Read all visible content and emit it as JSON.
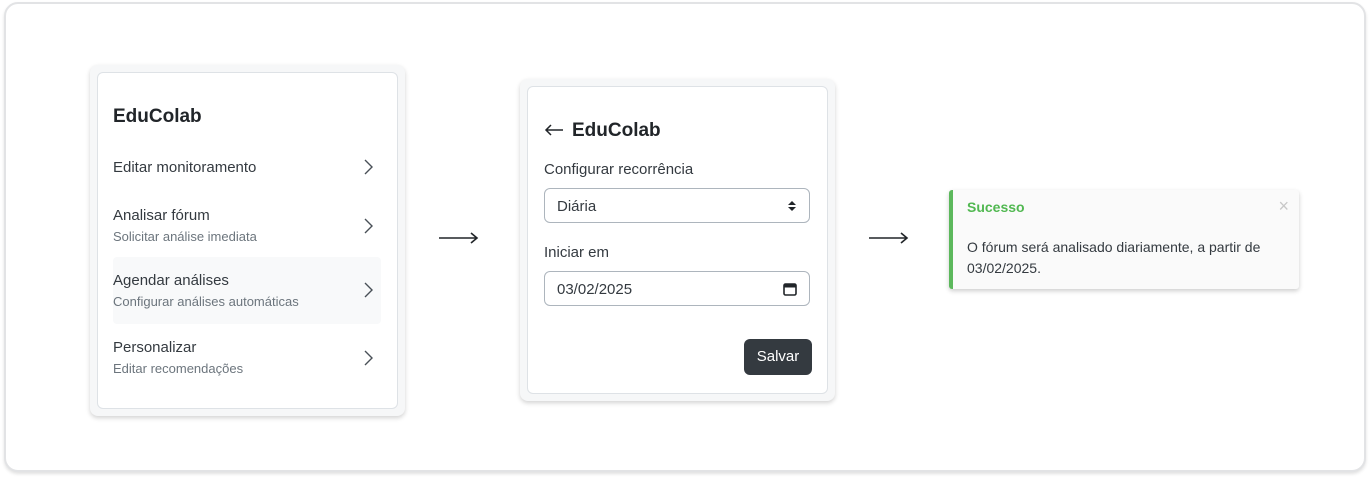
{
  "menu_panel": {
    "brand": "EduColab",
    "items": [
      {
        "title": "Editar monitoramento",
        "subtitle": ""
      },
      {
        "title": "Analisar fórum",
        "subtitle": "Solicitar análise imediata"
      },
      {
        "title": "Agendar análises",
        "subtitle": "Configurar análises automáticas"
      },
      {
        "title": "Personalizar",
        "subtitle": "Editar recomendações"
      }
    ]
  },
  "form_panel": {
    "brand": "EduColab",
    "recurrence_label": "Configurar recorrência",
    "recurrence_value": "Diária",
    "start_label": "Iniciar em",
    "start_value": "03/02/2025",
    "save_label": "Salvar"
  },
  "toast": {
    "title": "Sucesso",
    "close": "×",
    "message": "O fórum será analisado diariamente, a partir de 03/02/2025.",
    "accent_color": "#5cb85c"
  },
  "icons": {
    "chevron": "chevron-right-icon",
    "back": "arrow-left-icon",
    "flow": "arrow-right-icon",
    "select": "select-updown-icon",
    "calendar": "calendar-icon"
  }
}
